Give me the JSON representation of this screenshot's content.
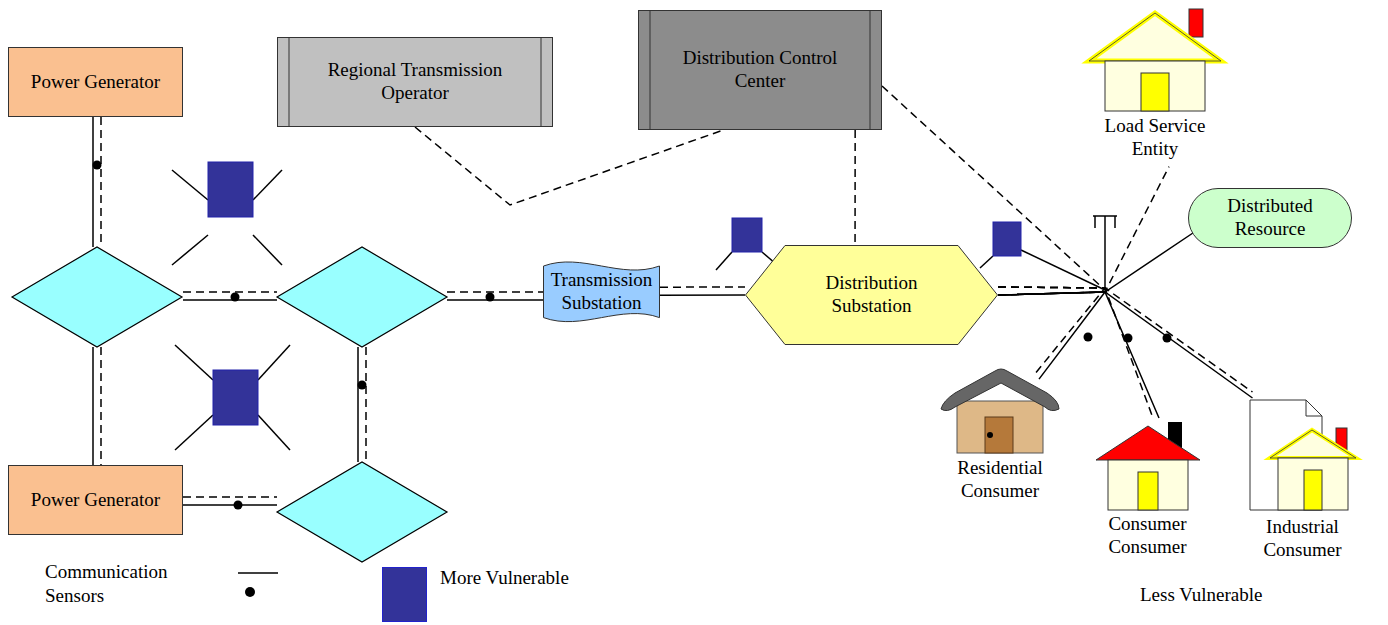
{
  "diagram": {
    "nodes": [
      {
        "text": [
          "Power Generator"
        ]
      },
      {
        "text": [
          "Regional Transmission Operator"
        ]
      },
      {
        "text": [
          "Distribution Control Center"
        ]
      },
      {
        "text": [
          "Load Service Entity"
        ]
      },
      {
        "text": [
          "Distributed Resource"
        ]
      },
      {
        "text": [
          "Transmission Substation"
        ]
      },
      {
        "text": [
          "Distribution Substation"
        ]
      },
      {
        "text": [
          "Residential Consumer"
        ]
      },
      {
        "text": [
          "Consumer Consumer"
        ]
      },
      {
        "text": [
          "Industrial Consumer"
        ]
      },
      {
        "text": [
          "Power Generator"
        ]
      }
    ],
    "edges": [
      {
        "from": 1,
        "to": 2,
        "arrow": "none"
      },
      {
        "from": 2,
        "to": 6,
        "arrow": "none"
      },
      {
        "from": 5,
        "to": 6,
        "arrow": "none"
      },
      {
        "from": 6,
        "to": 3,
        "arrow": "none"
      },
      {
        "from": 6,
        "to": 4,
        "arrow": "none"
      },
      {
        "from": 6,
        "to": 7,
        "arrow": "none"
      },
      {
        "from": 6,
        "to": 8,
        "arrow": "none"
      },
      {
        "from": 6,
        "to": 9,
        "arrow": "none"
      }
    ],
    "labels": [
      "Less Vulnerable"
    ],
    "legend": [
      {
        "text": "Communication Sensors"
      },
      {
        "text": "More Vulnerable",
        "color": "#333399"
      }
    ]
  }
}
